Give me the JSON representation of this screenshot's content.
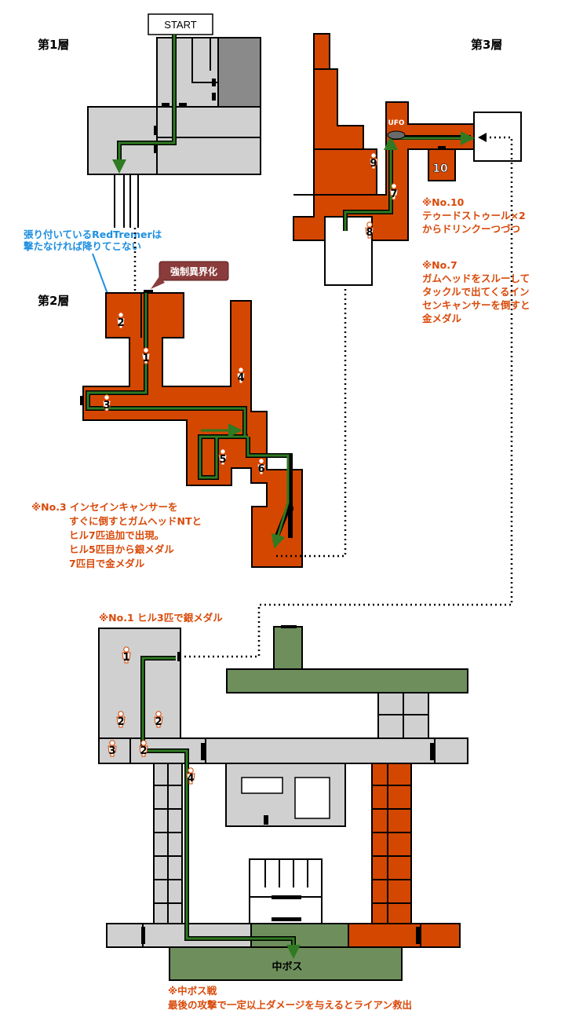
{
  "start_label": "START",
  "floors": {
    "f1": "第1層",
    "f2": "第2層",
    "f3": "第3層"
  },
  "tag_forced": "強制異界化",
  "ufo_label": "UFO",
  "boss_label": "中ボス",
  "notes": {
    "blue_1": "張り付いているRedTremerは",
    "blue_2": "撃たなければ降りてこない",
    "n10_1": "※No.10",
    "n10_2": "テゥードストゥール×2",
    "n10_3": "からドリンクーつづつ",
    "n7_1": "※No.7",
    "n7_2": "ガムヘッドをスルーして",
    "n7_3": "タックルで出てくるイン",
    "n7_4": "センキャンサーを倒すと",
    "n7_5": "金メダル",
    "n3_1": "※No.3 インセインキャンサーを",
    "n3_2": "すぐに倒すとガムヘッドNTと",
    "n3_3": "ヒル7匹追加で出現。",
    "n3_4": "ヒル5匹目から銀メダル",
    "n3_5": "7匹目で金メダル",
    "n1": "※No.1 ヒル3匹で銀メダル",
    "boss_1": "※中ボス戦",
    "boss_2": "最後の攻撃で一定以上ダメージを与えるとライアン救出"
  },
  "enemies": {
    "f2": [
      "1",
      "2",
      "3",
      "4",
      "5",
      "6"
    ],
    "f3": [
      "7",
      "8",
      "9",
      "10"
    ],
    "f4": [
      "1",
      "2",
      "2",
      "2",
      "3",
      "4"
    ]
  },
  "colors": {
    "route": "#2f7a22",
    "orange_room": "#d44700",
    "green_room": "#6e8f5c",
    "grey_room": "#d0d0d0",
    "note_orange": "#d94a0a",
    "note_blue": "#1d8fe0"
  }
}
